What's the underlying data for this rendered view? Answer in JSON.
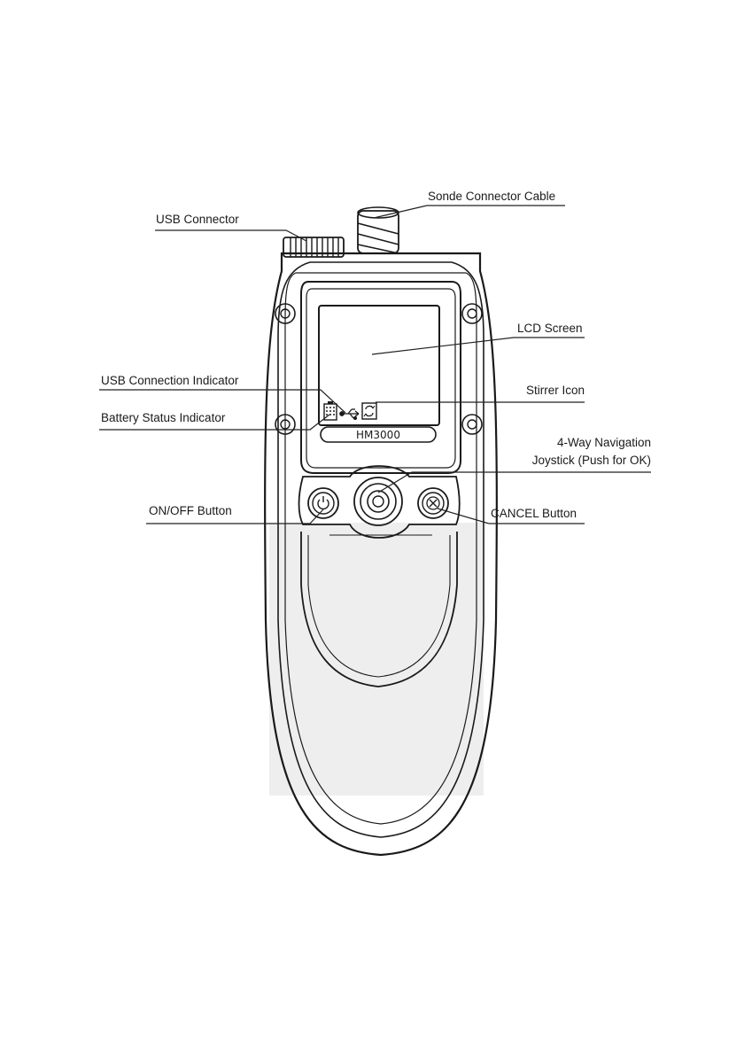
{
  "device": {
    "model_label": "HM3000"
  },
  "callouts": {
    "sonde_connector_cable": "Sonde Connector Cable",
    "usb_connector": "USB Connector",
    "lcd_screen": "LCD Screen",
    "usb_connection_indicator": "USB Connection Indicator",
    "stirrer_icon": "Stirrer Icon",
    "battery_status_indicator": "Battery Status Indicator",
    "joystick_line1": "4-Way Navigation",
    "joystick_line2": "Joystick (Push for OK)",
    "on_off_button": "ON/OFF Button",
    "cancel_button": "CANCEL Button"
  }
}
